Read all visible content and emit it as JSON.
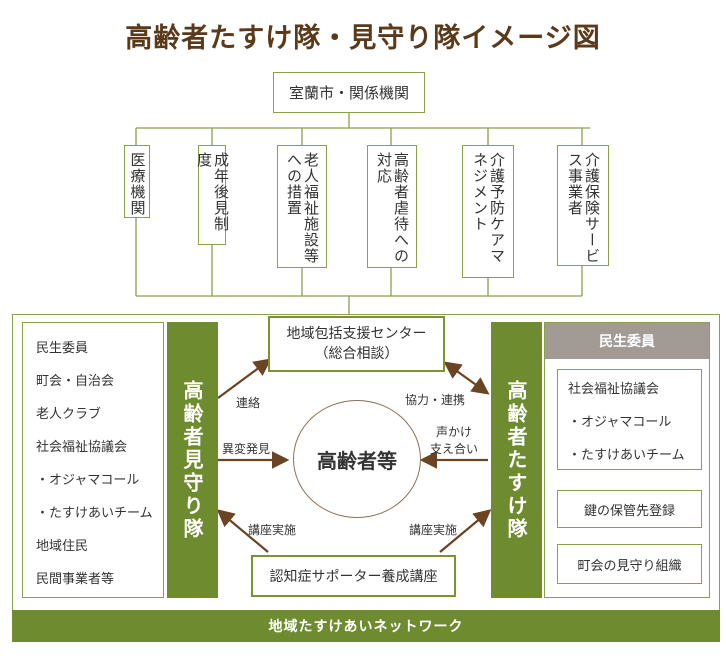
{
  "title": "高齢者たすけ隊・見守り隊イメージ図",
  "top_box": "室蘭市・関係機関",
  "agencies": [
    "医療機関",
    "成年後見制度",
    "老人福祉施設等への措置",
    "高齢者虐待への対応",
    "介護予防ケアマネジメント",
    "介護保険サービス事業者"
  ],
  "center_box": {
    "line1": "地域包括支援センター",
    "line2": "（総合相談）"
  },
  "core": "高齢者等",
  "bottom_box": "認知症サポーター養成講座",
  "mimamori": {
    "title": "高齢者見守り隊",
    "members": [
      "民生委員",
      "町会・自治会",
      "老人クラブ",
      "社会福祉協議会",
      "・オジャマコール",
      "・たすけあいチーム",
      "地域住民",
      "民間事業者等"
    ]
  },
  "tasuke": {
    "title": "高齢者たすけ隊",
    "header": "民生委員",
    "members": [
      "社会福祉協議会",
      "・オジャマコール",
      "・たすけあいチーム"
    ],
    "box1": "鍵の保管先登録",
    "box2": "町会の見守り組織"
  },
  "arrow_labels": {
    "renraku": "連絡",
    "kyoryoku": "協力・連携",
    "ihen": "異変発見",
    "koekake1": "声かけ",
    "koekake2": "支え合い",
    "koza_left": "講座実施",
    "koza_right": "講座実施"
  },
  "network": "地域たすけあいネットワーク",
  "colors": {
    "green": "#6e8b2f",
    "brown": "#6b4423",
    "title": "#5a3a1a",
    "gray_header": "#a19a95"
  }
}
